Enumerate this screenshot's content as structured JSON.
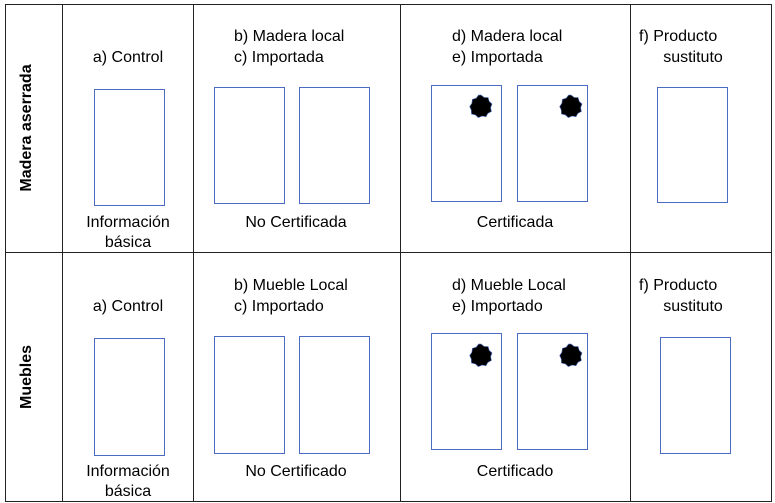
{
  "rows": [
    {
      "label": "Madera aserrada",
      "control": {
        "title": "a) Control",
        "caption_1": "Información",
        "caption_2": "básica"
      },
      "no_cert": {
        "line_1": "b) Madera local",
        "line_2": "c) Importada",
        "caption": "No Certificada"
      },
      "cert": {
        "line_1": "d) Madera local",
        "line_2": "e) Importada",
        "caption": "Certificada"
      },
      "substitute": {
        "line_1": "f)  Producto",
        "line_2": "sustituto"
      }
    },
    {
      "label": "Muebles",
      "control": {
        "title": "a) Control",
        "caption_1": "Información",
        "caption_2": "básica"
      },
      "no_cert": {
        "line_1": "b) Mueble Local",
        "line_2": "c) Importado",
        "caption": "No Certificado"
      },
      "cert": {
        "line_1": "d) Mueble Local",
        "line_2": "e) Importado",
        "caption": "Certificado"
      },
      "substitute": {
        "line_1": "f)  Producto",
        "line_2": "sustituto"
      }
    }
  ],
  "colors": {
    "box_border": "#4a6bbf",
    "seal": "#000000"
  }
}
